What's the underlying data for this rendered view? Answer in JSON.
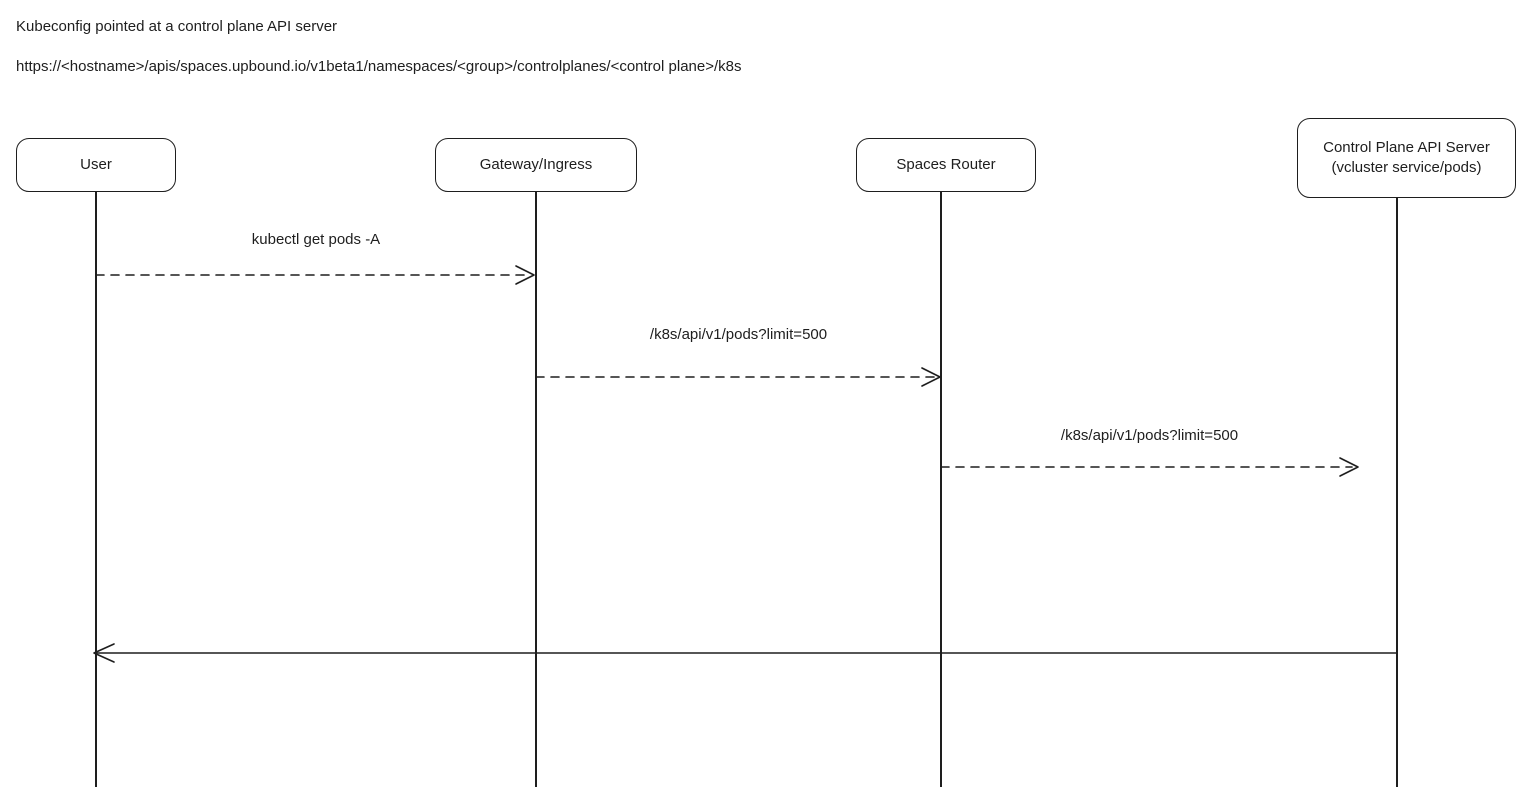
{
  "header": {
    "title": "Kubeconfig pointed at a control plane API server",
    "url": "https://<hostname>/apis/spaces.upbound.io/v1beta1/namespaces/<group>/controlplanes/<control plane>/k8s"
  },
  "actors": [
    {
      "id": "user",
      "label": "User"
    },
    {
      "id": "gateway",
      "label": "Gateway/Ingress"
    },
    {
      "id": "spaces-router",
      "label": "Spaces Router"
    },
    {
      "id": "control-plane",
      "label_line1": "Control Plane API Server",
      "label_line2": "(vcluster service/pods)"
    }
  ],
  "messages": [
    {
      "label": "kubectl get pods -A",
      "from": "User",
      "to": "Gateway/Ingress",
      "style": "dashed"
    },
    {
      "label": "/k8s/api/v1/pods?limit=500",
      "from": "Gateway/Ingress",
      "to": "Spaces Router",
      "style": "dashed"
    },
    {
      "label": "/k8s/api/v1/pods?limit=500",
      "from": "Spaces Router",
      "to": "Control Plane API Server",
      "style": "dashed"
    },
    {
      "label": "",
      "from": "Control Plane API Server",
      "to": "User",
      "style": "solid"
    }
  ]
}
